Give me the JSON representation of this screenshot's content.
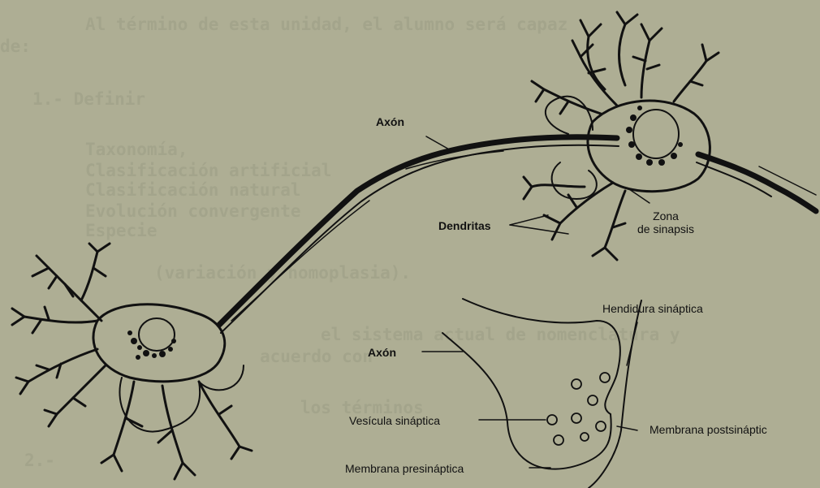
{
  "background_text": {
    "lines": [
      "Al término de esta unidad, el alumno será capaz",
      "de:",
      "1.- Definir",
      "Taxonomía,",
      "Clasificación artificial",
      "Clasificación natural",
      "Evolución convergente",
      "Especie",
      "(variación y homoplasia).",
      "el sistema actual de nomenclatura y",
      "acuerdo con",
      "los términos",
      "2.-"
    ]
  },
  "labels": {
    "axon_top": "Axón",
    "dendritas": "Dendritas",
    "zona_line1": "Zona",
    "zona_line2": "de sinapsis",
    "hendidura": "Hendidura sináptica",
    "axon_bottom": "Axón",
    "vesicula": "Vesícula sináptica",
    "membrana_post": "Membrana postsináptic",
    "membrana_pre": "Membrana presináptica"
  },
  "colors": {
    "paper": "#aeae94",
    "ink": "#111111"
  }
}
